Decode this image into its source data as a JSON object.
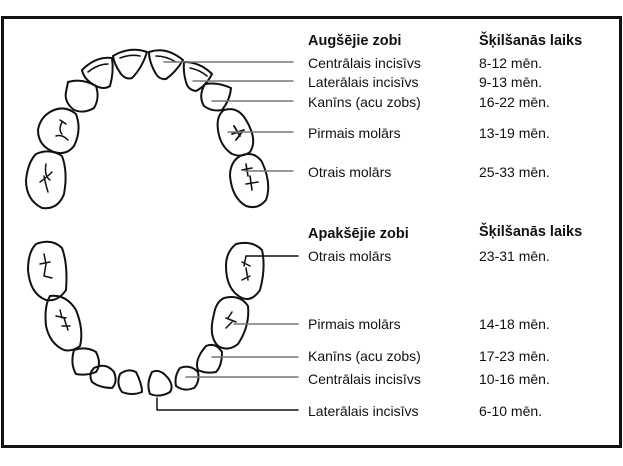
{
  "upper": {
    "header_left": "Augšējie zobi",
    "header_right": "Šķilšanās laiks",
    "rows": [
      {
        "tooth": "Centrālais incisīvs",
        "time": "8-12 mēn."
      },
      {
        "tooth": "Laterālais incisīvs",
        "time": "9-13 mēn."
      },
      {
        "tooth": "Kanīns (acu zobs)",
        "time": "16-22 mēn."
      },
      {
        "tooth": "Pirmais molārs",
        "time": "13-19 mēn."
      },
      {
        "tooth": "Otrais molārs",
        "time": "25-33 mēn."
      }
    ]
  },
  "lower": {
    "header_left": "Apakšējie zobi",
    "header_right": "Šķilšanās laiks",
    "rows": [
      {
        "tooth": "Otrais molārs",
        "time": "23-31 mēn."
      },
      {
        "tooth": "Pirmais molārs",
        "time": "14-18 mēn."
      },
      {
        "tooth": "Kanīns (acu zobs)",
        "time": "17-23 mēn."
      },
      {
        "tooth": "Centrālais incisīvs",
        "time": "10-16 mēn."
      },
      {
        "tooth": "Laterālais incisīvs",
        "time": "6-10 mēn."
      }
    ]
  }
}
